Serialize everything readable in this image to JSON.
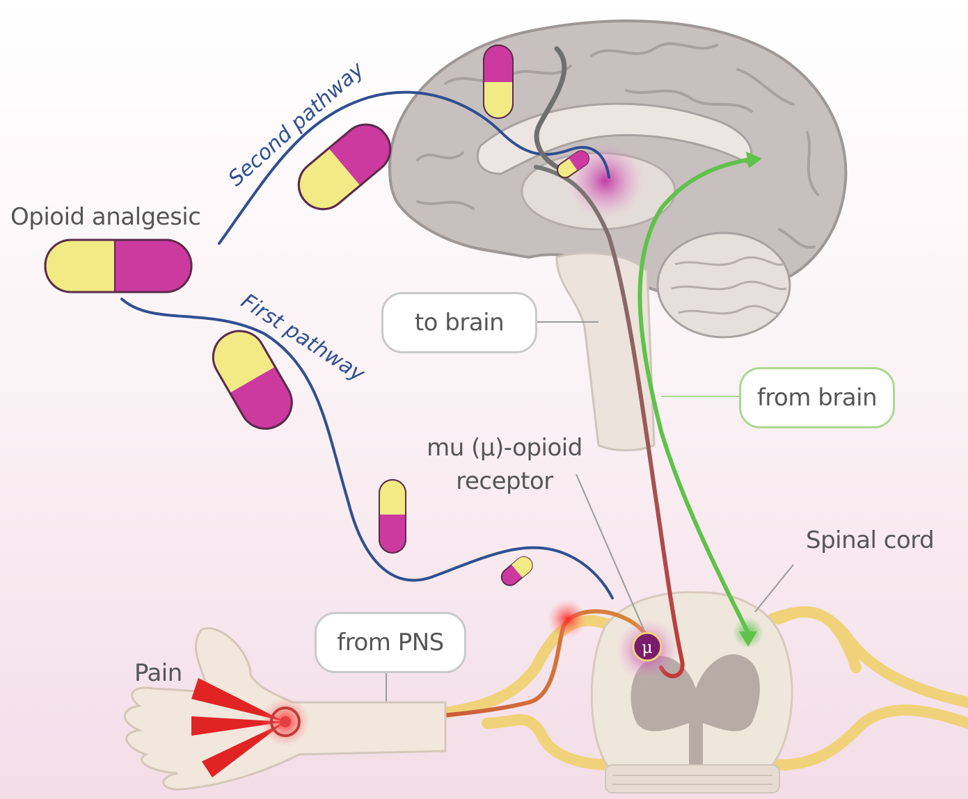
{
  "labels": {
    "opioid": "Opioid analgesic",
    "second_pathway": "Second pathway",
    "first_pathway": "First pathway",
    "to_brain": "to brain",
    "from_brain": "from brain",
    "mu_line1": "mu (μ)-opioid",
    "mu_line2": "receptor",
    "spinal_cord": "Spinal cord",
    "from_pns": "from PNS",
    "pain": "Pain",
    "mu_symbol": "μ"
  },
  "colors": {
    "pill_magenta": "#cc3aa0",
    "pill_yellow": "#f2ea85",
    "pathway_blue": "#2f4f8f",
    "ascending_red": "#c23a3a",
    "descending_green": "#5fc24a",
    "nerve_yellow": "#f0d27a",
    "brain_gray": "#c8c0bf"
  }
}
